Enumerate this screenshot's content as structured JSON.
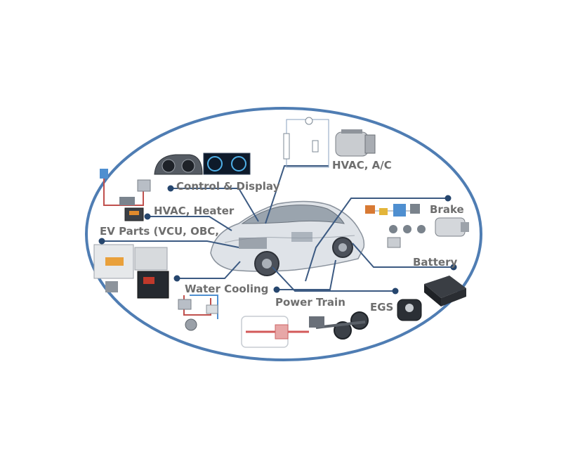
{
  "diagram": {
    "labels": {
      "hvac_ac": "HVAC, A/C",
      "control_display": "Control  & Display",
      "hvac_heater": "HVAC, Heater",
      "ev_parts": "EV Parts (VCU, OBC,",
      "brake": "Brake",
      "battery": "Battery",
      "water_cooling": "Water Cooling",
      "power_train": "Power Train",
      "egs": "EGS"
    },
    "colors": {
      "ellipse": "#4f7db3",
      "connector": "#3c5a82",
      "dot": "#26466e",
      "label": "#6e6e6e"
    },
    "icons": [
      "car-icon",
      "dashboard-icon",
      "compressor-icon",
      "brake-system-icon",
      "battery-icon",
      "shifter-icon",
      "drivetrain-icon",
      "inverter-icon",
      "heater-icon",
      "cooling-pump-icon"
    ]
  }
}
